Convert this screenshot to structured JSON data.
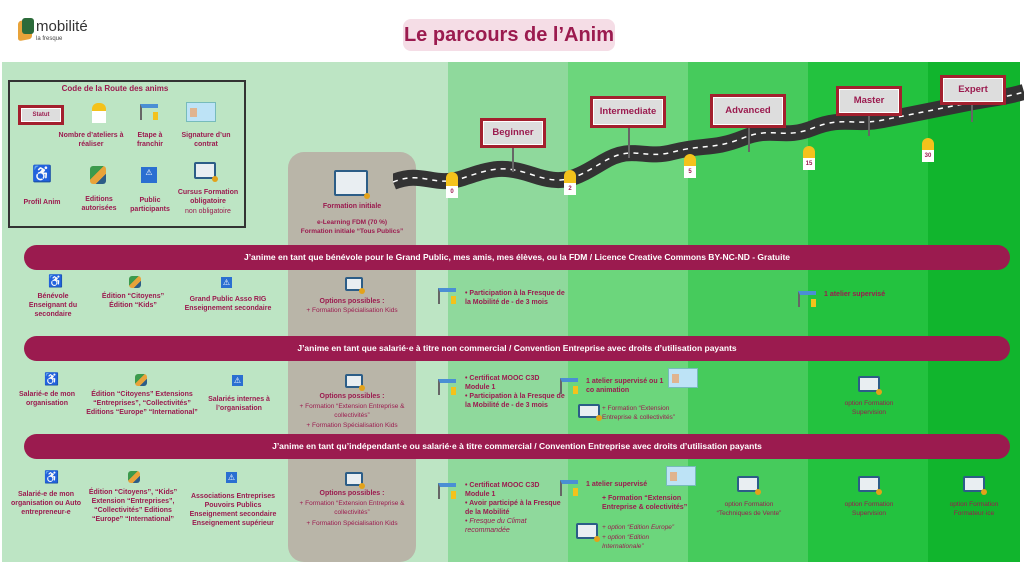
{
  "header": {
    "logo_name": "mobilité",
    "logo_sub": "la fresque",
    "title": "Le parcours de l’Anim"
  },
  "colors": {
    "banner": "#9b1b4f",
    "col0": "#bde5c4",
    "col1": "#8fd99c",
    "col2": "#6cd67c",
    "col3": "#46cb5c",
    "col4": "#23c23f",
    "col5": "#11b52d"
  },
  "legend": {
    "title": "Code de la Route des anims",
    "statut": "Statut",
    "nombre": "Nombre d’ateliers à réaliser",
    "etape": "Etape à franchir",
    "signature": "Signature d’un contrat",
    "profil": "Profil Anim",
    "editions": "Editions autorisées",
    "public": "Public participants",
    "cursus": "Cursus Formation obligatoire",
    "non_oblig": "non obligatoire"
  },
  "initial": {
    "title": "Formation initiale",
    "line1": "e-Learning FDM (70 %)",
    "line2": "Formation initiale “Tous Publics”"
  },
  "levels": [
    {
      "label": "Beginner",
      "count": "0"
    },
    {
      "label": "Intermediate",
      "count": "2"
    },
    {
      "label": "Advanced",
      "count": "5"
    },
    {
      "label": "Master",
      "count": "15"
    },
    {
      "label": "Expert",
      "count": "30"
    }
  ],
  "row1": {
    "banner": "J’anime en tant que bénévole pour le Grand Public, mes amis, mes élèves, ou la FDM  / Licence Creative Commons BY-NC-ND - Gratuite",
    "profil": "Bénévole Enseignant du secondaire",
    "editions": "Édition “Citoyens” Édition “Kids”",
    "public": "Grand Public Asso RIG Enseignement secondaire",
    "options_title": "Options possibles :",
    "options": "+ Formation Spécialisation Kids",
    "beginner": "Participation à la Fresque de la Mobilité de - de 3 mois",
    "master": "1 atelier supervisé"
  },
  "row2": {
    "banner": "J’anime en tant que salarié·e à titre non commercial / Convention Entreprise avec droits d’utilisation payants",
    "profil": "Salarié-e de mon organisation",
    "editions": "Édition “Citoyens” Extensions “Entreprises”, “Collectivités” Editions “Europe” “International”",
    "public": "Salariés internes à l’organisation",
    "options_title": "Options possibles :",
    "options1": "+ Formation “Extension Entreprise & collectivités”",
    "options2": "+ Formation Spécialisation Kids",
    "beginner1": "Certificat MOOC C3D Module 1",
    "beginner2": "Participation à la Fresque de la Mobilité de - de 3 mois",
    "inter": "1 atelier supervisé ou 1 co animation",
    "inter_formation": "+ Formation “Extension Entreprise & collectivités”",
    "master": "option Formation Supervision"
  },
  "row3": {
    "banner": "J’anime en tant qu’indépendant·e ou salarié·e à titre commercial / Convention Entreprise avec droits d’utilisation payants",
    "profil": "Salarié-e de mon organisation ou Auto entrepreneur-e",
    "editions": "Édition “Citoyens”, “Kids” Extension “Entreprises”, “Collectivités” Editions “Europe” “International”",
    "public": "Associations Entreprises Pouvoirs Publics Enseignement secondaire Enseignement supérieur",
    "options_title": "Options possibles :",
    "options1": "+ Formation “Extension Entreprise & collectivités”",
    "options2": "+ Formation Spécialisation Kids",
    "beginner1": "Certificat MOOC C3D Module 1",
    "beginner2": "Avoir participé à la Fresque de la Mobilité",
    "beginner3": "Fresque du Climat recommandée",
    "inter": "1 atelier supervisé",
    "inter_formation": "+ Formation “Extension Entreprise & colectivités”",
    "inter_opt1": "+ option “Edition Europe”",
    "inter_opt2": "+ option “Edition Internationale”",
    "advanced": "option Formation “Techniques de Vente”",
    "master": "option Formation Supervision",
    "expert": "option Formation Formateur·ice"
  }
}
